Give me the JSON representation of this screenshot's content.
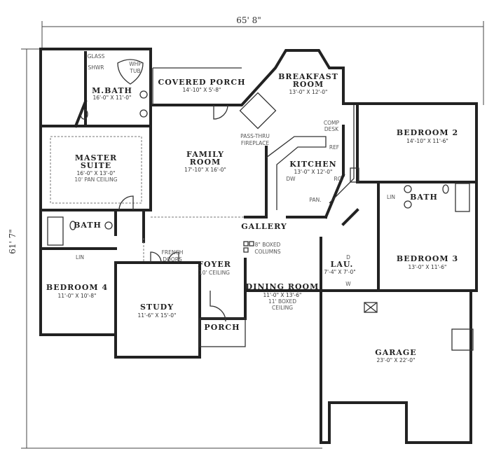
{
  "dimensions": {
    "width": "65' 8\"",
    "depth": "61' 7\""
  },
  "rooms": {
    "master_bath": {
      "name": "M.BATH",
      "size": "16'-0\" X 11'-0\""
    },
    "glass_shower": {
      "line1": "GLASS",
      "line2": "SHWR"
    },
    "whp_tub": {
      "line1": "WHP",
      "line2": "TUB"
    },
    "covered_porch": {
      "name": "COVERED PORCH",
      "size": "14'-10\" X 5'-8\""
    },
    "breakfast": {
      "name1": "BREAKFAST",
      "name2": "ROOM",
      "size": "13'-0\" X 12'-0\""
    },
    "master_suite": {
      "name1": "MASTER",
      "name2": "SUITE",
      "size": "16'-0\" X 13'-0\"",
      "note": "10' PAN CEILING"
    },
    "family": {
      "name1": "FAMILY",
      "name2": "ROOM",
      "size": "17'-10\" X 16'-0\""
    },
    "fireplace": {
      "line1": "PASS-THRU",
      "line2": "FIREPLACE"
    },
    "kitchen": {
      "name": "KITCHEN",
      "size": "13'-0\" X 12'-0\"",
      "comp1": "COMP",
      "comp2": "DESK",
      "ref": "REF",
      "dw": "DW",
      "rg": "RG",
      "pan": "PAN."
    },
    "bedroom2": {
      "name": "BEDROOM 2",
      "size": "14'-10\" X 11'-6\""
    },
    "bath2": {
      "name": "BATH",
      "lin": "LIN"
    },
    "bath4": {
      "name": "BATH",
      "lin": "LIN"
    },
    "gallery": {
      "name": "GALLERY"
    },
    "columns": {
      "line1": "8\" BOXED",
      "line2": "COLUMNS"
    },
    "french_doors": {
      "line1": "FRENCH",
      "line2": "DOORS"
    },
    "foyer": {
      "name": "FOYER",
      "note": "10' CEILING"
    },
    "laundry": {
      "name": "LAU.",
      "size": "7'-4\" X 7'-0\"",
      "d": "D",
      "w": "W"
    },
    "bedroom3": {
      "name": "BEDROOM 3",
      "size": "13'-0\" X 11'-6\""
    },
    "bedroom4": {
      "name": "BEDROOM 4",
      "size": "11'-0\" X 10'-8\""
    },
    "study": {
      "name": "STUDY",
      "size": "11'-6\" X 15'-0\""
    },
    "dining": {
      "name": "DINING ROOM",
      "size": "11'-0\" X 13'-6\"",
      "note1": "11' BOXED",
      "note2": "CEILING"
    },
    "porch": {
      "name": "PORCH"
    },
    "garage": {
      "name": "GARAGE",
      "size": "23'-0\" X 22'-0\""
    }
  }
}
